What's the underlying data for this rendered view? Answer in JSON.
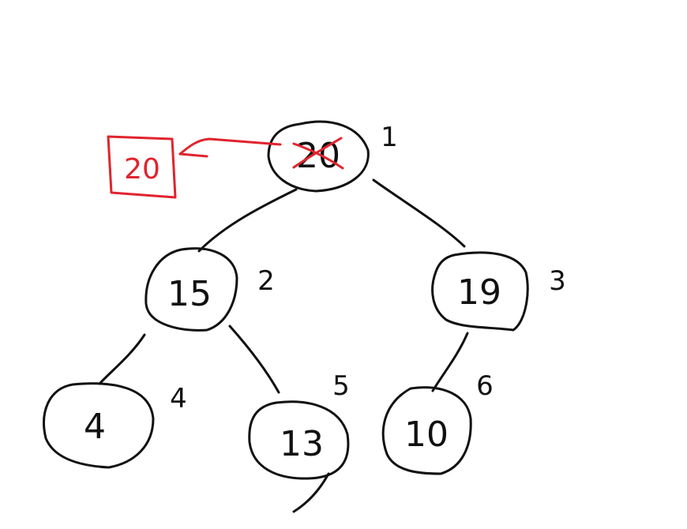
{
  "colors": {
    "ink": "#111111",
    "highlight": "#e0242e",
    "background": "#ffffff"
  },
  "tree": {
    "nodes": [
      {
        "id": "n1",
        "value": "20",
        "index": "1",
        "crossed_out": true
      },
      {
        "id": "n2",
        "value": "15",
        "index": "2"
      },
      {
        "id": "n3",
        "value": "19",
        "index": "3"
      },
      {
        "id": "n4",
        "value": "4",
        "index": "4"
      },
      {
        "id": "n5",
        "value": "13",
        "index": "5"
      },
      {
        "id": "n6",
        "value": "10",
        "index": "6"
      }
    ],
    "edges": [
      [
        "n1",
        "n2"
      ],
      [
        "n1",
        "n3"
      ],
      [
        "n2",
        "n4"
      ],
      [
        "n2",
        "n5"
      ],
      [
        "n3",
        "n6"
      ]
    ]
  },
  "extracted": {
    "value": "20",
    "arrow_icon": "left-arrow-icon"
  }
}
